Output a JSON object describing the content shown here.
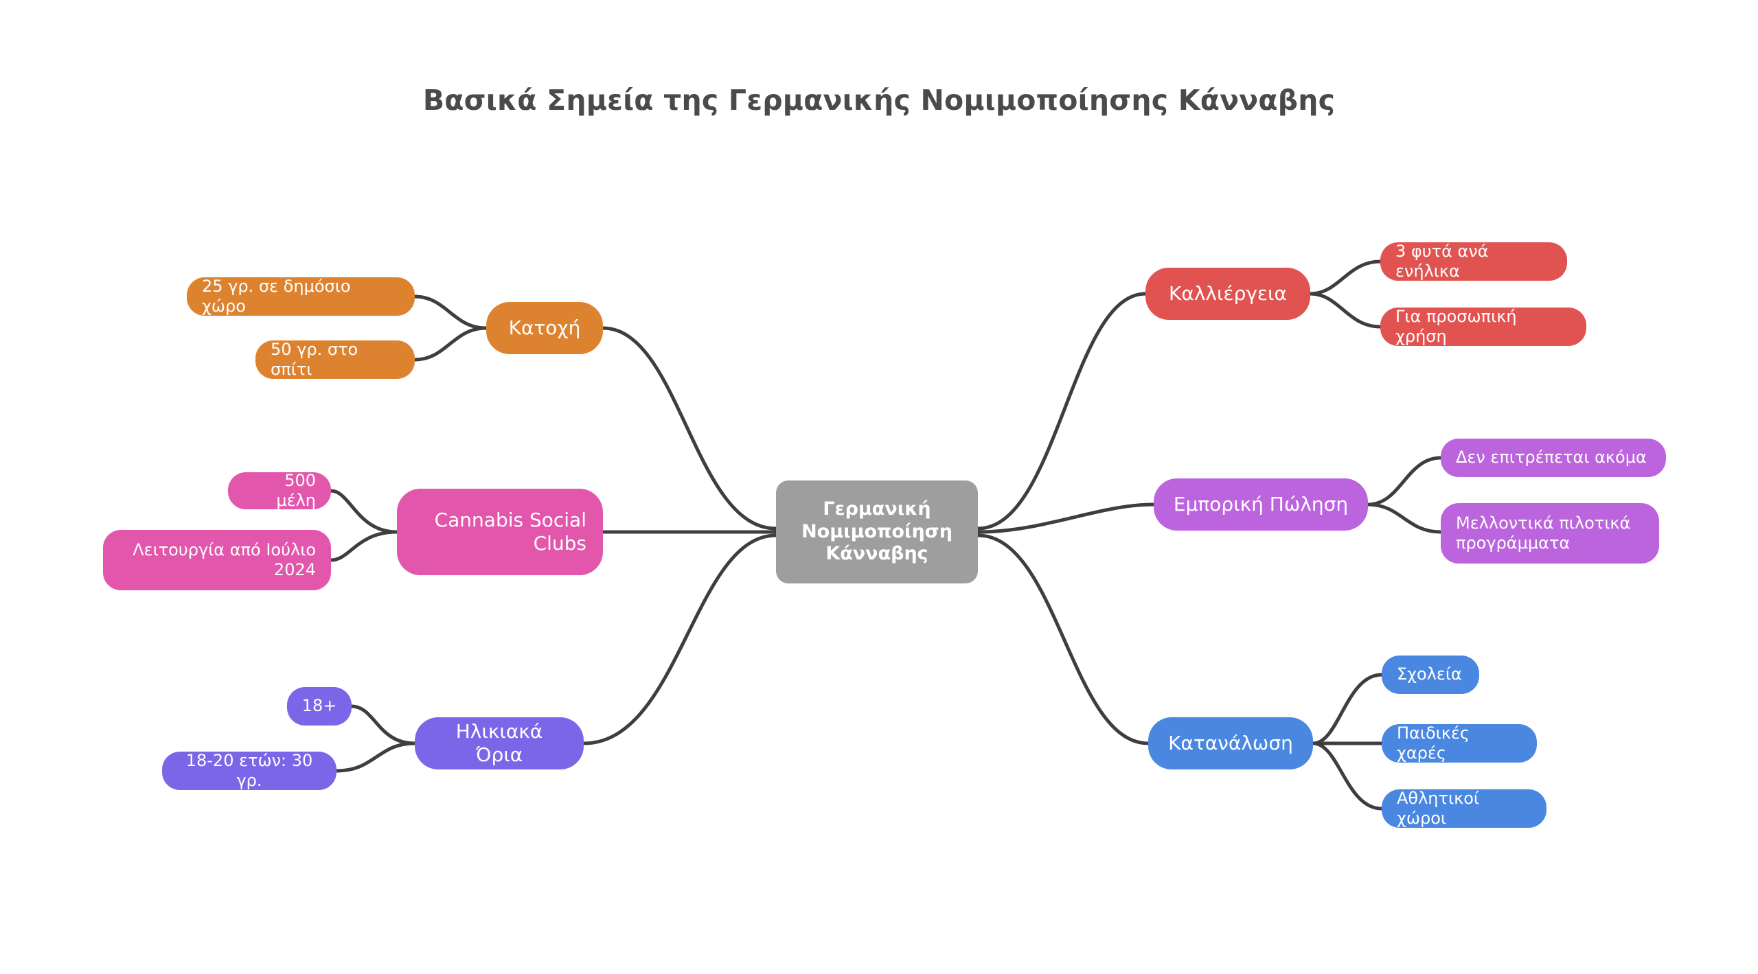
{
  "title": "Βασικά Σημεία της Γερμανικής Νομιμοποίησης Κάνναβης",
  "colors": {
    "background": "#ffffff",
    "title_text": "#4a4a4a",
    "edge": "#3e3e3e",
    "node_text": "#ffffff",
    "center": "#9e9e9e",
    "possession": "#dd8330",
    "clubs": "#e256ab",
    "age": "#7c66e8",
    "cultivation": "#e05350",
    "commercial": "#bc63de",
    "consumption": "#4a87e0"
  },
  "center": {
    "label": "Γερμανική\nΝομιμοποίηση\nΚάνναβης"
  },
  "branches": [
    {
      "id": "possession",
      "label": "Κατοχή",
      "side": "left",
      "children": [
        {
          "label": "25 γρ. σε δημόσιο χώρο"
        },
        {
          "label": "50 γρ. στο σπίτι"
        }
      ]
    },
    {
      "id": "clubs",
      "label": "Cannabis Social\nClubs",
      "side": "left",
      "children": [
        {
          "label": "500 μέλη"
        },
        {
          "label": "Λειτουργία από Ιούλιο\n2024"
        }
      ]
    },
    {
      "id": "age",
      "label": "Ηλικιακά Όρια",
      "side": "left",
      "children": [
        {
          "label": "18+"
        },
        {
          "label": "18-20 ετών: 30 γρ."
        }
      ]
    },
    {
      "id": "cultivation",
      "label": "Καλλιέργεια",
      "side": "right",
      "children": [
        {
          "label": "3 φυτά ανά ενήλικα"
        },
        {
          "label": "Για προσωπική χρήση"
        }
      ]
    },
    {
      "id": "commercial",
      "label": "Εμπορική Πώληση",
      "side": "right",
      "children": [
        {
          "label": "Δεν επιτρέπεται ακόμα"
        },
        {
          "label": "Μελλοντικά πιλοτικά\nπρογράμματα"
        }
      ]
    },
    {
      "id": "consumption",
      "label": "Κατανάλωση",
      "side": "right",
      "children": [
        {
          "label": "Σχολεία"
        },
        {
          "label": "Παιδικές χαρές"
        },
        {
          "label": "Αθλητικοί χώροι"
        }
      ]
    }
  ]
}
